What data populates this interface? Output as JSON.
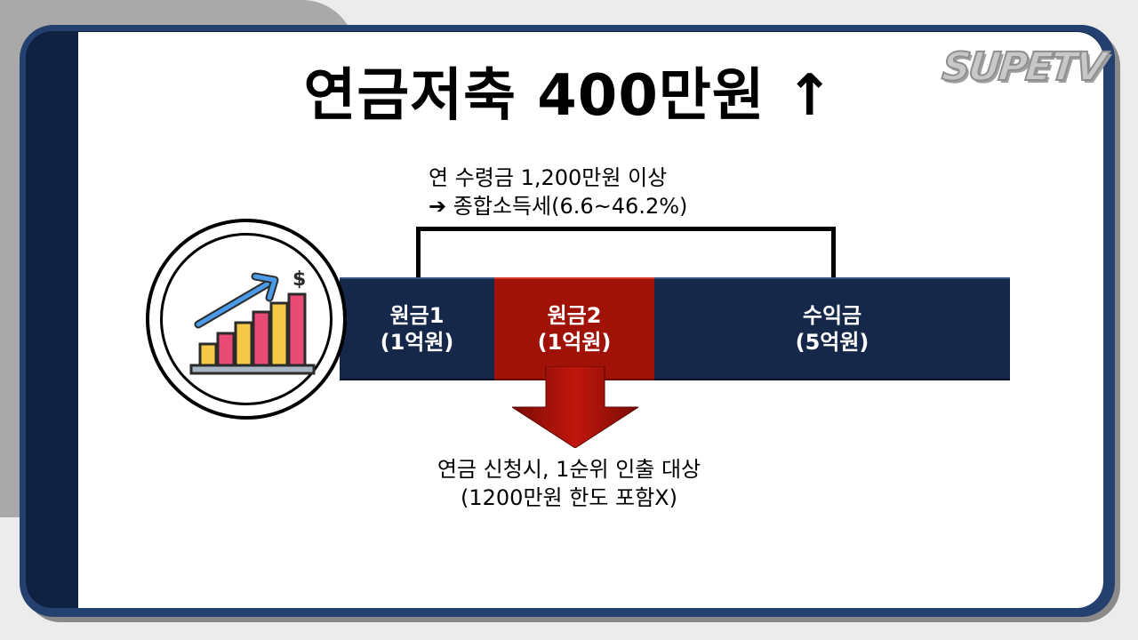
{
  "title": "연금저축 400만원 ↑",
  "logo": "SUPETV",
  "top_note": {
    "line1": "연 수령금 1,200만원 이상",
    "line2": "➔ 종합소득세(6.6~46.2%)"
  },
  "segments": [
    {
      "name": "원금1",
      "amount": "(1억원)",
      "color": "#162849"
    },
    {
      "name": "원금2",
      "amount": "(1억원)",
      "color": "#a01208"
    },
    {
      "name": "수익금",
      "amount": "(5억원)",
      "color": "#162849"
    }
  ],
  "bottom_note": {
    "line1": "연금 신청시, 1순위 인출 대상",
    "line2": "(1200만원 한도 포함X)"
  },
  "icons": {
    "growth_chart": "growth-chart-icon",
    "dollar": "$",
    "down_arrow": "down-arrow"
  },
  "colors": {
    "navy": "#162849",
    "frame": "#24406e",
    "red": "#a01208",
    "sidebar": "#0f2241"
  }
}
